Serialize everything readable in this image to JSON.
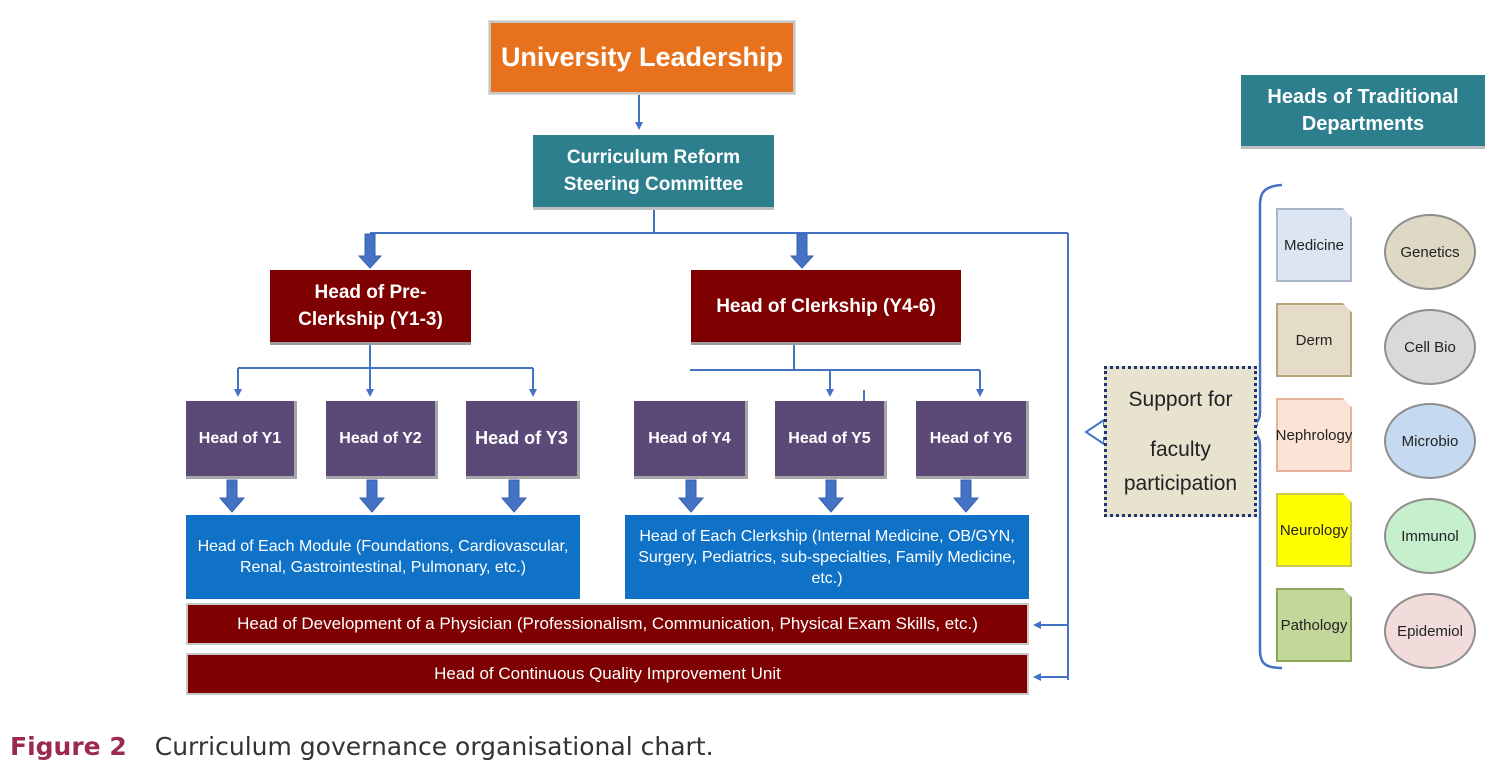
{
  "nodes": {
    "university_leadership": "University Leadership",
    "steering_line1": "Curriculum Reform",
    "steering_line2": "Steering Committee",
    "preclerkship_line1": "Head of Pre-",
    "preclerkship_line2": "Clerkship (Y1-3)",
    "clerkship": "Head of Clerkship (Y4-6)",
    "y1": "Head of Y1",
    "y2": "Head of Y2",
    "y3": "Head of Y3",
    "y4": "Head of Y4",
    "y5": "Head of Y5",
    "y6": "Head of Y6",
    "module_line1": "Head of Each Module (Foundations, Cardiovascular,",
    "module_line2": "Renal, Gastrointestinal, Pulmonary, etc.)",
    "clerkship_each_line1": "Head of Each Clerkship (Internal Medicine, OB/GYN,",
    "clerkship_each_line2": "Surgery, Pediatrics, sub-specialties, Family Medicine,",
    "clerkship_each_line3": "etc.)",
    "physician": "Head of Development of a Physician (Professionalism, Communication, Physical Exam Skills, etc.)",
    "cqi": "Head of Continuous Quality Improvement Unit"
  },
  "support": {
    "line1": "Support for",
    "line2": "faculty",
    "line3": "participation"
  },
  "traditional": {
    "title_line1": "Heads of Traditional",
    "title_line2": "Departments",
    "departments": [
      {
        "name": "Medicine",
        "color": "#dce6f2"
      },
      {
        "name": "Derm",
        "color": "#e4dcc6"
      },
      {
        "name": "Nephrology",
        "color": "#fbe4d5"
      },
      {
        "name": "Neurology",
        "color": "#ffff00"
      },
      {
        "name": "Pathology",
        "color": "#c4d79b"
      }
    ],
    "sciences": [
      {
        "name": "Genetics",
        "color": "#ddd9c4"
      },
      {
        "name": "Cell Bio",
        "color": "#d9d9d9"
      },
      {
        "name": "Microbio",
        "color": "#c5d9f1"
      },
      {
        "name": "Immunol",
        "color": "#c6efce"
      },
      {
        "name": "Epidemiol",
        "color": "#f2dcdb"
      }
    ]
  },
  "colors": {
    "leadership": "#e8711e",
    "committee": "#2e7f8e",
    "head": "#7e0000",
    "year": "#5b4a78",
    "module": "#0f72c7",
    "connector": "#4472c4"
  },
  "caption": {
    "label": "Figure 2",
    "text": "Curriculum governance organisational chart."
  }
}
